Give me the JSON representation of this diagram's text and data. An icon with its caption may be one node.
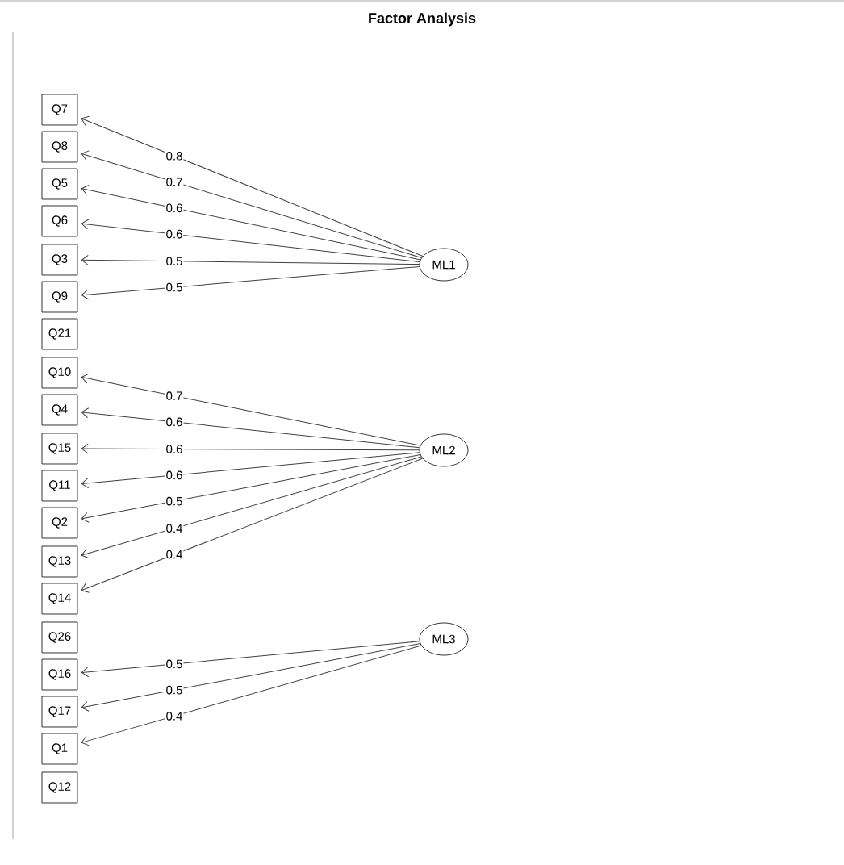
{
  "diagram": {
    "title": "Factor Analysis",
    "nodes": [
      {
        "text": [
          "Q7"
        ]
      },
      {
        "text": [
          "Q8"
        ]
      },
      {
        "text": [
          "Q5"
        ]
      },
      {
        "text": [
          "Q6"
        ]
      },
      {
        "text": [
          "Q3"
        ]
      },
      {
        "text": [
          "Q9"
        ]
      },
      {
        "text": [
          "Q21"
        ]
      },
      {
        "text": [
          "Q10"
        ]
      },
      {
        "text": [
          "Q4"
        ]
      },
      {
        "text": [
          "Q15"
        ]
      },
      {
        "text": [
          "Q11"
        ]
      },
      {
        "text": [
          "Q2"
        ]
      },
      {
        "text": [
          "Q13"
        ]
      },
      {
        "text": [
          "Q14"
        ]
      },
      {
        "text": [
          "Q26"
        ]
      },
      {
        "text": [
          "Q16"
        ]
      },
      {
        "text": [
          "Q17"
        ]
      },
      {
        "text": [
          "Q1"
        ]
      },
      {
        "text": [
          "Q12"
        ]
      },
      {
        "text": [
          "ML1"
        ]
      },
      {
        "text": [
          "ML2"
        ]
      },
      {
        "text": [
          "ML3"
        ]
      }
    ],
    "edges": [
      {
        "from": 19,
        "to": 0,
        "arrow": "to",
        "label": "0.8"
      },
      {
        "from": 19,
        "to": 1,
        "arrow": "to",
        "label": "0.7"
      },
      {
        "from": 19,
        "to": 2,
        "arrow": "to",
        "label": "0.6"
      },
      {
        "from": 19,
        "to": 3,
        "arrow": "to",
        "label": "0.6"
      },
      {
        "from": 19,
        "to": 4,
        "arrow": "to",
        "label": "0.5"
      },
      {
        "from": 19,
        "to": 5,
        "arrow": "to",
        "label": "0.5"
      },
      {
        "from": 20,
        "to": 7,
        "arrow": "to",
        "label": "0.7"
      },
      {
        "from": 20,
        "to": 8,
        "arrow": "to",
        "label": "0.6"
      },
      {
        "from": 20,
        "to": 9,
        "arrow": "to",
        "label": "0.6"
      },
      {
        "from": 20,
        "to": 10,
        "arrow": "to",
        "label": "0.6"
      },
      {
        "from": 20,
        "to": 11,
        "arrow": "to",
        "label": "0.5"
      },
      {
        "from": 20,
        "to": 12,
        "arrow": "to",
        "label": "0.4"
      },
      {
        "from": 20,
        "to": 13,
        "arrow": "to",
        "label": "0.4"
      },
      {
        "from": 21,
        "to": 15,
        "arrow": "to",
        "label": "0.5"
      },
      {
        "from": 21,
        "to": 16,
        "arrow": "to",
        "label": "0.5"
      },
      {
        "from": 21,
        "to": 17,
        "arrow": "to",
        "label": "0.4"
      }
    ]
  }
}
